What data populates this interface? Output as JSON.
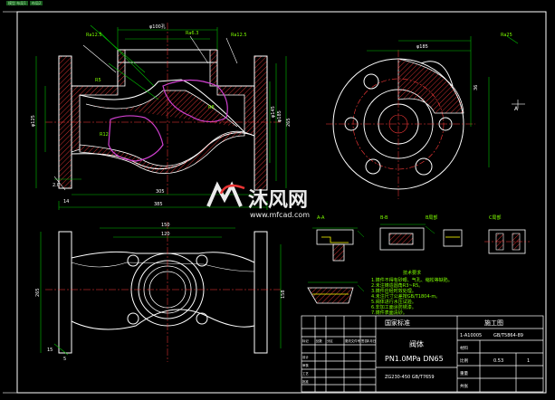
{
  "tabs": [
    "模型 布局1",
    "布局2"
  ],
  "dims_top": {
    "d1": "φ100孔",
    "d2": "385",
    "d3": "305",
    "d4": "265",
    "d5": "φ185",
    "d6": "φ145",
    "d7": "φ125",
    "d8": "14",
    "d9": "2.0"
  },
  "dims_bottom": {
    "b1": "150",
    "b2": "120",
    "b3": "15",
    "b4": "265",
    "b5": "158",
    "b6": "5"
  },
  "right_view": {
    "r1": "φ185",
    "r2": "36",
    "r3": "A"
  },
  "detail_labels": {
    "a": "A-A",
    "b": "B-B",
    "c": "B局部",
    "d": "C局部"
  },
  "notes_title": "技术要求",
  "notes": [
    "1.铸件不得有砂眼、气孔、缩松等缺陷。",
    "2.未注铸造圆角R3~R5。",
    "3.铸件应经时效处理。",
    "4.未注尺寸公差按GB/T1804-m。",
    "5.阀体进行水压试验。",
    "6.非加工面涂防锈漆。",
    "7.铸件表面清砂。"
  ],
  "title_block": {
    "std": "国家标准",
    "drawing_type": "施工图",
    "part_name": "阀体",
    "spec": "PN1.0MPa   DN65",
    "code1": "1-A10005",
    "code2": "GB/T5864-89",
    "material": "ZG230-450 GB/T7659",
    "scale": "0.53",
    "qty": "1",
    "mat_label": "材料",
    "scale_label": "比例",
    "weight_label": "重量",
    "sheet_label": "共张",
    "row_labels": [
      "标记",
      "处数",
      "分区",
      "更改文件号",
      "签名",
      "年月日"
    ],
    "sign_labels": [
      "设计",
      "审核",
      "工艺",
      "批准"
    ]
  },
  "watermark": {
    "brand": "沐风网",
    "url": "www.mfcad.com"
  },
  "colors": {
    "outline": "#ffffff",
    "dimension": "#00c000",
    "hatch": "#ff3b3b",
    "section": "#d040d0",
    "centerline": "#ff3b3b",
    "highlight": "#ffff00"
  }
}
